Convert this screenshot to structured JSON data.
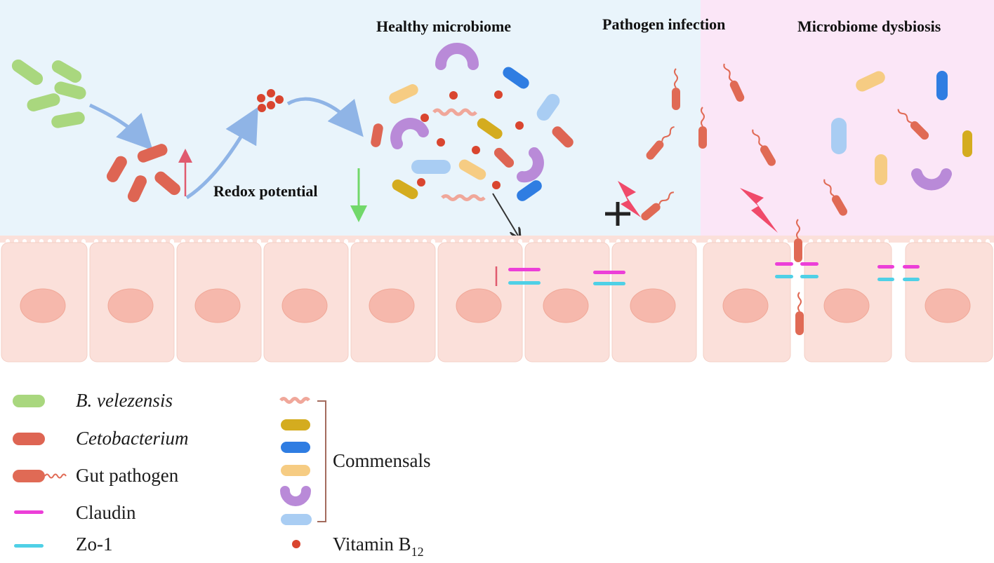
{
  "headings": {
    "healthy": "Healthy microbiome",
    "pathogen": "Pathogen infection",
    "dysbiosis": "Microbiome dysbiosis",
    "redox": "Redox potential"
  },
  "legend": {
    "b_velezensis": "B. velezensis",
    "cetobacterium": "Cetobacterium",
    "gut_pathogen": "Gut pathogen",
    "claudin": "Claudin",
    "zo1": "Zo-1",
    "commensals": "Commensals",
    "vitamin_b12_main": "Vitamin B",
    "vitamin_b12_sub": "12"
  },
  "colors": {
    "healthy_bg": "#e9f4fb",
    "dysbiosis_bg": "#fbe6f7",
    "b_velezensis": "#a9d77e",
    "cetobacterium": "#de6553",
    "gut_pathogen": "#e06a55",
    "claudin": "#ec3fd8",
    "zo1": "#4fd0e6",
    "vitamin_b12": "#d9452f",
    "commensal_gold": "#d4ac1f",
    "commensal_blue": "#2f7de2",
    "commensal_yellow": "#f6cc83",
    "commensal_purple": "#b98ad8",
    "commensal_lightblue": "#a9cdf3",
    "epithelium": "#fbe0da",
    "nucleus": "#f6b8ac"
  }
}
